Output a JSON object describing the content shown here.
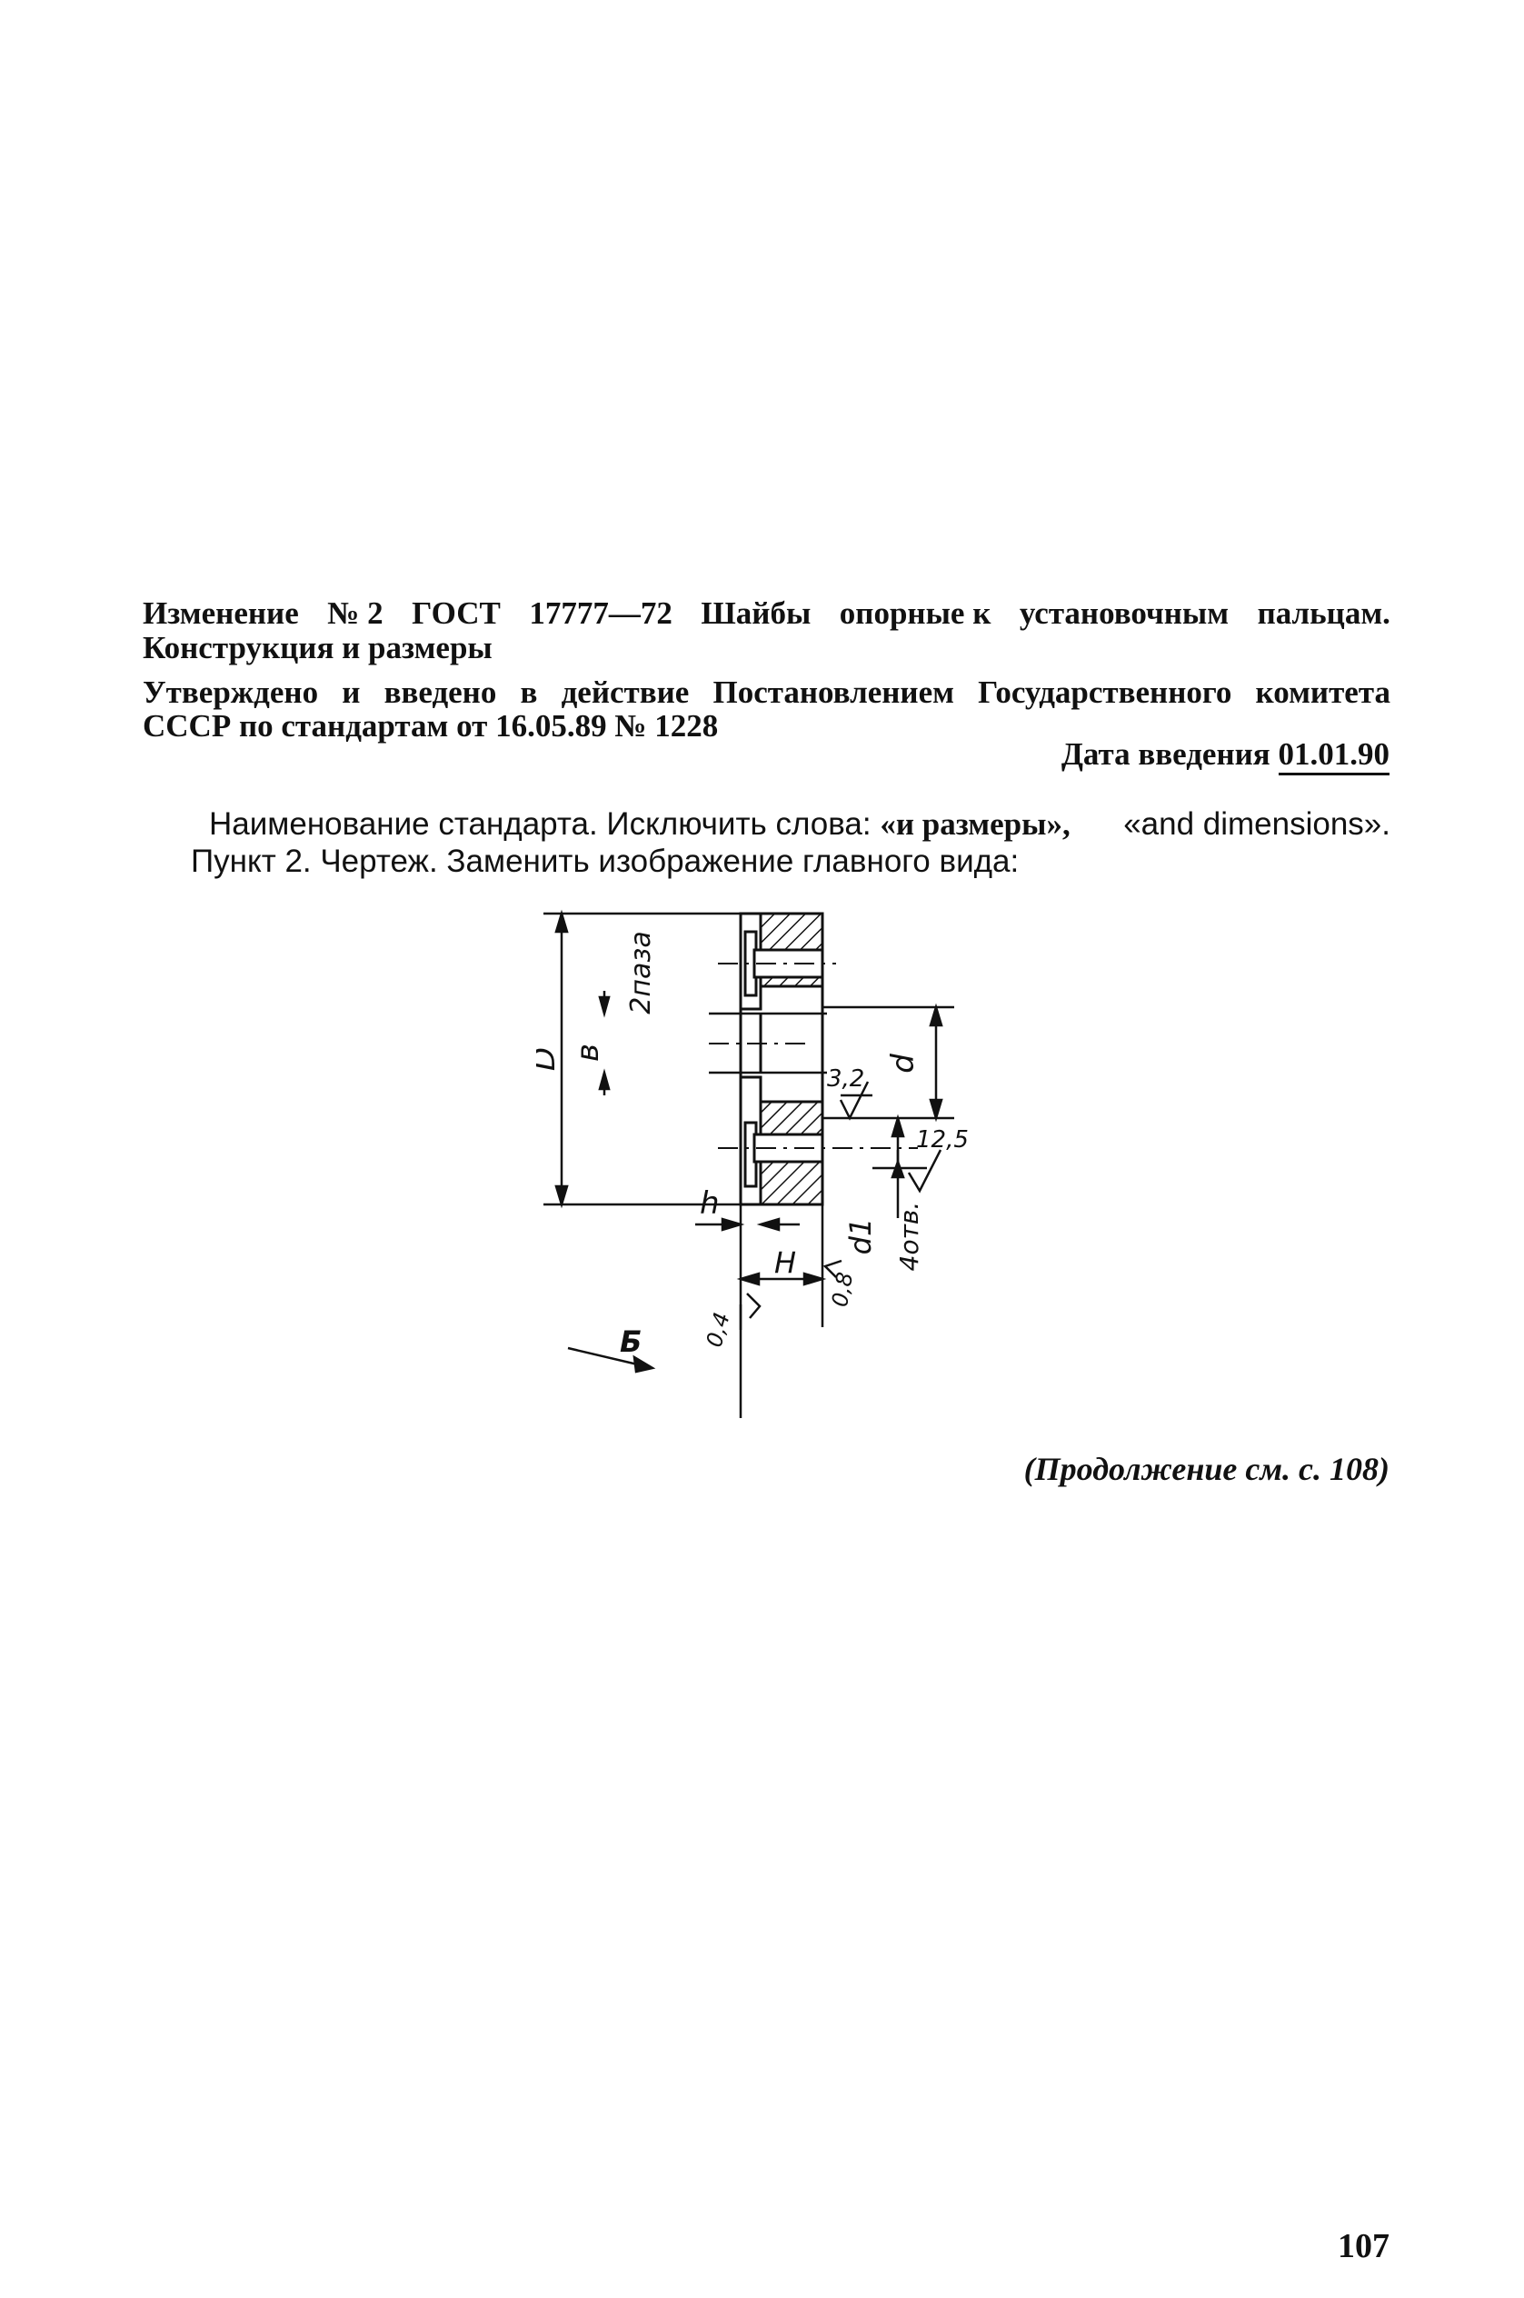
{
  "header": {
    "line1": {
      "words": [
        "Изменение",
        "№ 2",
        "ГОСТ",
        "17777—72",
        "Шайбы",
        "опорные к",
        "установочным",
        "пальцам."
      ]
    },
    "line2": "Конструкция и размеры",
    "approval_line1": {
      "words": [
        "Утверждено",
        "и",
        "введено",
        "в",
        "действие",
        "Постановлением",
        "Государственного",
        "комитета"
      ]
    },
    "approval_line2": "СССР по стандартам от 16.05.89 № 1228",
    "intro_date_label": "Дата введения",
    "intro_date_value": "01.01.90"
  },
  "body": {
    "line1_prefix": "Наименование стандарта. Исключить слова: ",
    "line1_bold": "«и размеры»,",
    "line1_suffix": "«and dimensions».",
    "line2": "Пункт 2. Чертеж. Заменить изображение главного вида:"
  },
  "drawing": {
    "labels": {
      "D": "D",
      "slots": "2паза",
      "b": "в",
      "d": "d",
      "rough_3_2": "3,2",
      "rough_12_5": "12,5",
      "h": "h",
      "H": "H",
      "d1": "d1",
      "holes": "4отв.",
      "rough_0_8": "0,8",
      "rough_0_4": "0,4",
      "view_b": "Б"
    }
  },
  "footer": {
    "continued": "(Продолжение см. с. 108)",
    "page_number": "107"
  }
}
